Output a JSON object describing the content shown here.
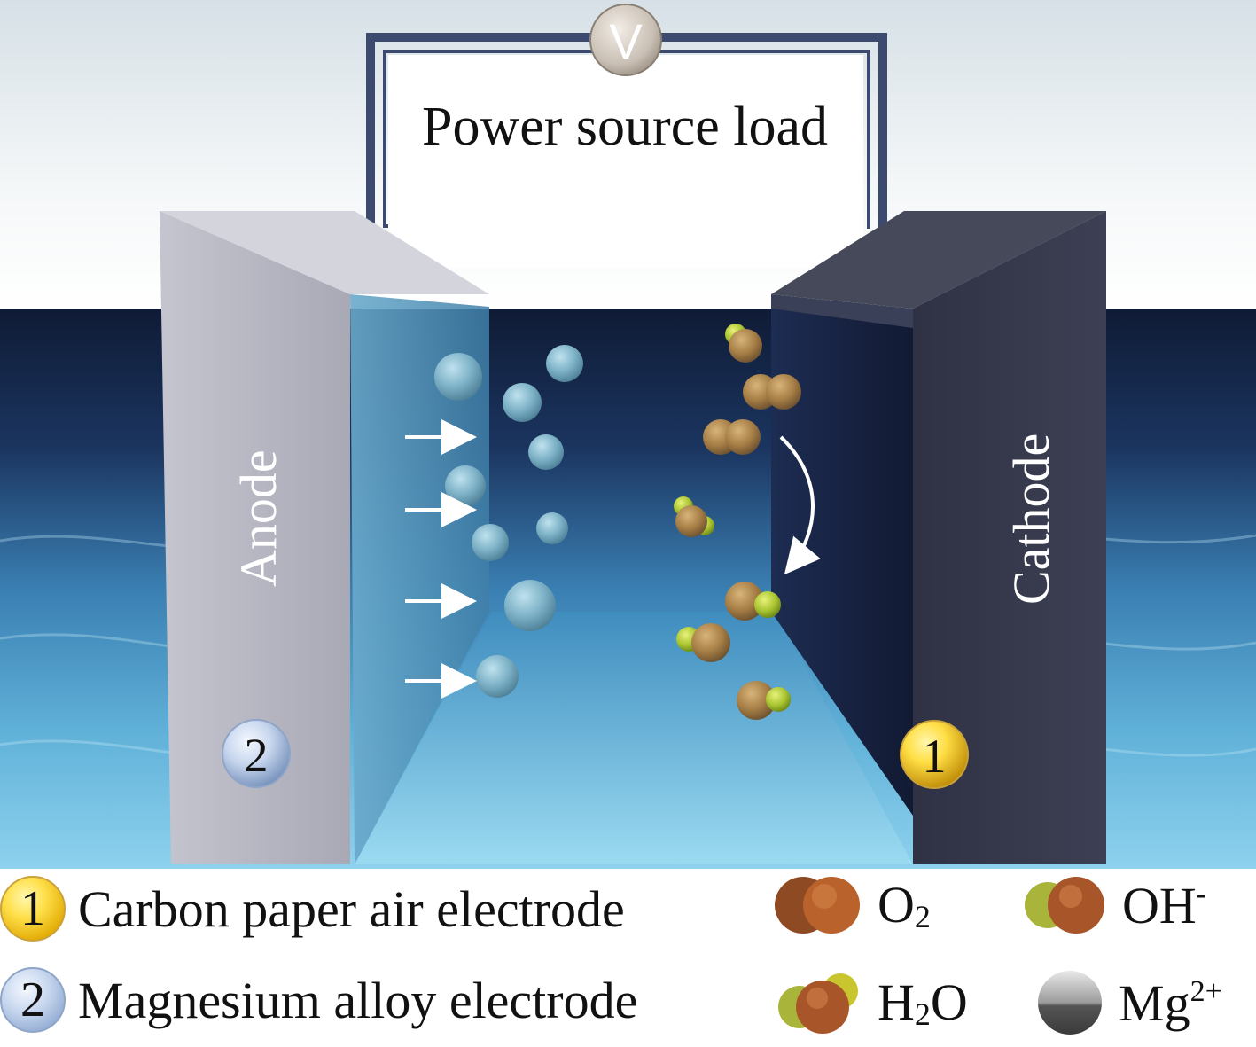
{
  "circuit": {
    "meter_symbol": "V",
    "label": "Power source load"
  },
  "electrodes": {
    "anode": "Anode",
    "cathode": "Cathode"
  },
  "markers": {
    "cathode_number": "1",
    "anode_number": "2"
  },
  "legend": {
    "items": [
      {
        "number": "1",
        "text": "Carbon paper air electrode"
      },
      {
        "number": "2",
        "text": "Magnesium alloy electrode"
      }
    ],
    "species": {
      "o2": {
        "base": "O",
        "sub": "2"
      },
      "oh": {
        "base": "OH",
        "sup": "-"
      },
      "h2o": {
        "base1": "H",
        "sub": "2",
        "base2": "O"
      },
      "mg": {
        "base": "Mg",
        "sup": "2+"
      }
    }
  },
  "colors": {
    "water_dark": "#0f1e3c",
    "water_light": "#7ec8e6",
    "anode_plate": "#b3b3bf",
    "cathode_plate": "#34374a",
    "wire": "#3b4a6e",
    "oxygen": "#a0522d",
    "hydrogen": "#c8d640"
  }
}
